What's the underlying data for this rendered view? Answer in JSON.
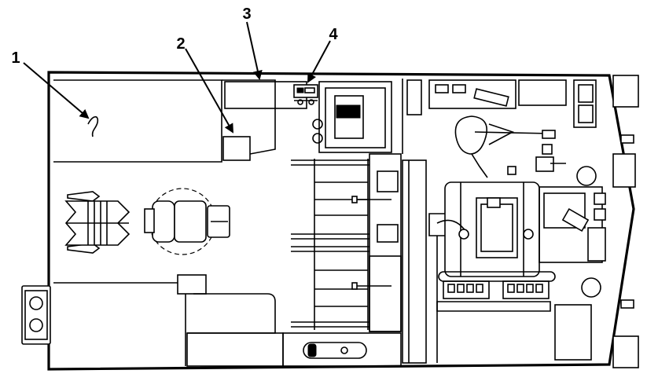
{
  "callouts": [
    {
      "label": "1"
    },
    {
      "label": "2"
    },
    {
      "label": "3"
    },
    {
      "label": "4"
    }
  ]
}
